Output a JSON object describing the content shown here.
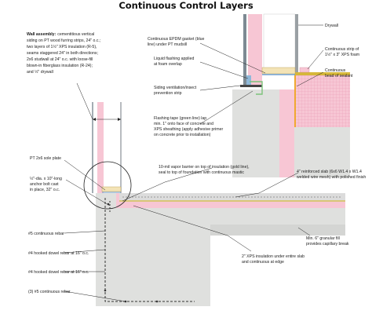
{
  "title": "Continuous Control Layers",
  "colors": {
    "concrete": "#dfe0de",
    "gravel": "#d4d5d3",
    "xps_foam": "#f7c6d4",
    "air_barrier": "#6f9fd0",
    "flashing": "#7cc27a",
    "vapor_barrier": "#d6b73a",
    "sealant": "#f0a830",
    "leader": "#222222"
  },
  "callouts": {
    "wall_assembly_title": "Wall assembly:",
    "wall_assembly_lines": [
      "cementitious vertical",
      "siding on PT wood furring strips, 24\" o.c.;",
      "two layers of 1½\" XPS insulation (R-5),",
      "seams staggered 24\" in both directions;",
      "2x6 studwall at 24\" o.c. with loose-fill",
      "blown-in fiberglass insulation (R-24);",
      "and ½\" drywall"
    ],
    "epdm_lines": [
      "Continuous EPDM gasket (blue",
      "line) under PT mudsill"
    ],
    "liquid_flashing_lines": [
      "Liquid flashing applied",
      "at foam overlap"
    ],
    "siding_vent_lines": [
      "Siding ventilation/insect",
      "prevention strip"
    ],
    "flashing_tape_lines": [
      "Flashing tape (green line) lap",
      "min. 1\" onto face of concrete and",
      "XPS sheathing (apply adhesive primer",
      "on concrete prior to installation)"
    ],
    "drywall": "Drywall",
    "continuous_strip_lines": [
      "Continuous strip of",
      "1½\" x 3\" XPS foam"
    ],
    "continuous_bead_lines": [
      "Continuous",
      "bead of sealant"
    ],
    "sole_plate": "PT 2x6 sole plate",
    "anchor_bolt_lines": [
      "½\"-dia. x 10\"-long",
      "anchor bolt cast",
      "in place, 32\" o.c."
    ],
    "rebar_5": "#5 continuous rebar",
    "hooked_dowel_1": "#4 hooked dowel rebar at 16\" o.c.",
    "hooked_dowel_2": "#4 hooked dowel rebar at 16\" o.c.",
    "rebar_3_5": "(3) #5 continuous rebar",
    "vapor_barrier_lines": [
      "10-mil vapor barrier on top of insulation (gold line),",
      "seal to top of foundation with continuous mastic"
    ],
    "slab_lines": [
      "4\" reinforced slab (6x6 W1.4 x W1.4",
      "welded wire mesh) with polished finish"
    ],
    "xps_under_slab_lines": [
      "2\" XPS insulation under entire slab",
      "and continuous at edge"
    ],
    "granular_fill_lines": [
      "Min. 6\" granular fill",
      "provides capillary break"
    ]
  }
}
